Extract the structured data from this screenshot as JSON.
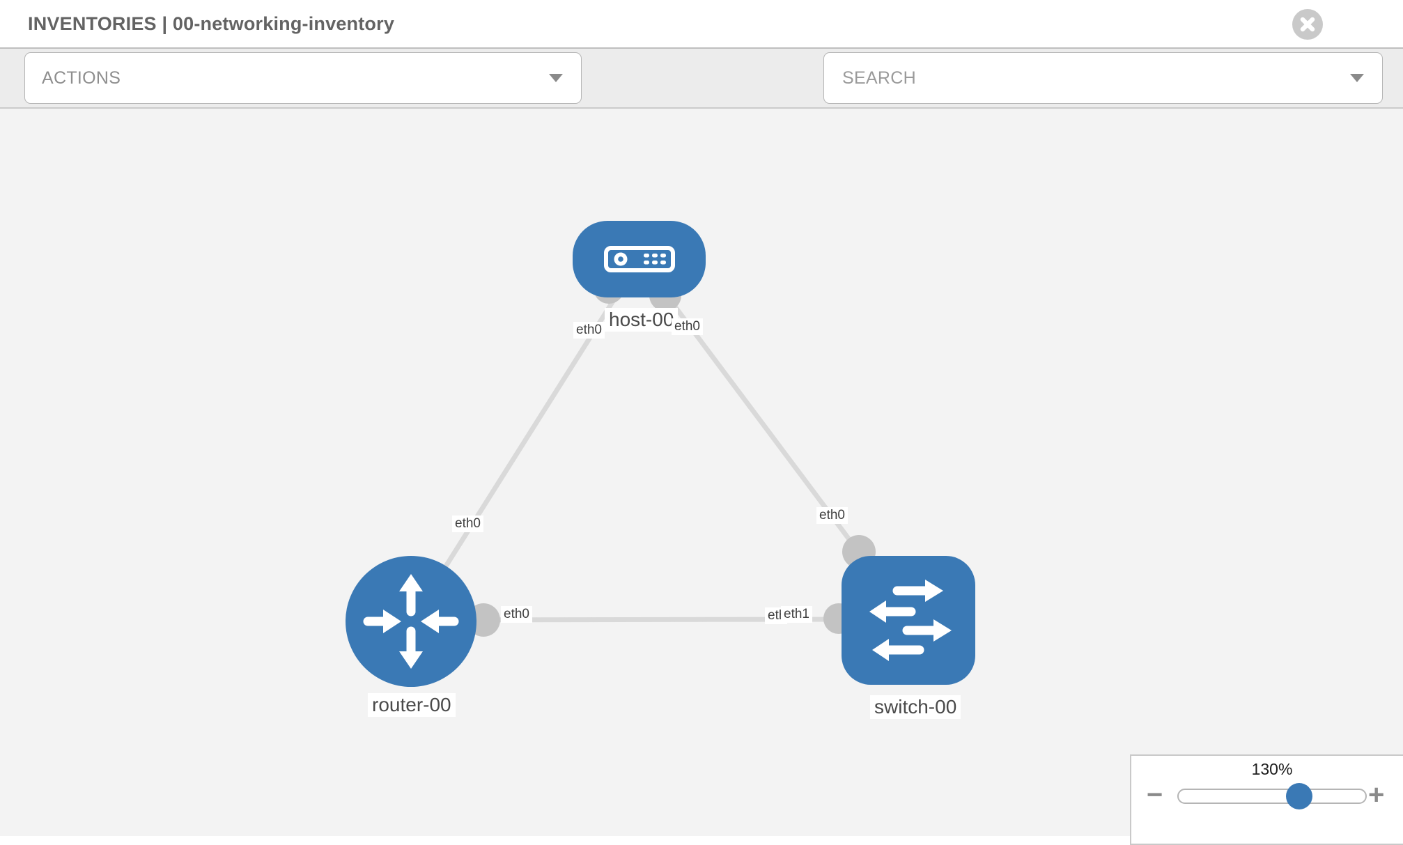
{
  "header": {
    "title": "INVENTORIES | 00-networking-inventory"
  },
  "toolbar": {
    "actions": {
      "label": "ACTIONS"
    },
    "search": {
      "placeholder": "SEARCH"
    },
    "icons": [
      "wrench-icon",
      "key-icon"
    ]
  },
  "topology": {
    "nodes": [
      {
        "name": "host-00",
        "type": "host"
      },
      {
        "name": "router-00",
        "type": "router"
      },
      {
        "name": "switch-00",
        "type": "switch"
      }
    ],
    "links": [
      {
        "source": "host-00",
        "source_interface": "eth0",
        "target": "router-00",
        "target_interface": "eth0"
      },
      {
        "source": "host-00",
        "source_interface": "eth0",
        "target": "switch-00",
        "target_interface": "eth0"
      },
      {
        "source": "router-00",
        "source_interface": "eth0",
        "target": "switch-00",
        "target_interface": "eth1"
      }
    ]
  },
  "zoom_control": {
    "value": "130%",
    "minus_label": "−",
    "plus_label": "+"
  },
  "colors": {
    "node_blue": "#3a79b5",
    "link_gray": "#d9d9d9",
    "port_gray": "#c3c3c3",
    "canvas_bg": "#f3f3f3",
    "toolbar_bg": "#ececec",
    "icon_gray": "#8a9097"
  }
}
